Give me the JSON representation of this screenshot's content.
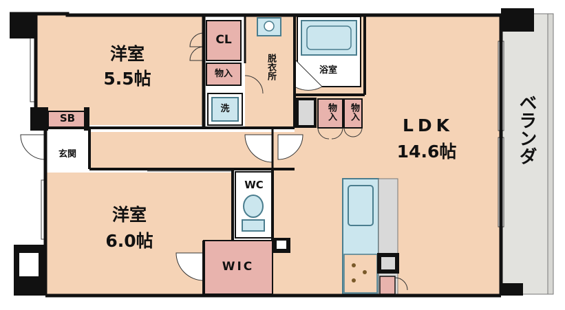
{
  "rooms": {
    "western_room_1": {
      "name": "洋室",
      "size": "5.5帖"
    },
    "western_room_2": {
      "name": "洋室",
      "size": "6.0帖"
    },
    "ldk": {
      "name": "LDK",
      "size": "14.6帖"
    },
    "closet": {
      "name": "CL"
    },
    "storage_1": {
      "name": "物入"
    },
    "storage_2": {
      "name": "物入"
    },
    "storage_3": {
      "name": "物入"
    },
    "dressing_room": {
      "name": "脱衣所"
    },
    "bathroom": {
      "name": "浴室"
    },
    "washer": {
      "name": "洗"
    },
    "shoe_box": {
      "name": "SB"
    },
    "entrance": {
      "name": "玄関"
    },
    "toilet": {
      "name": "WC"
    },
    "walk_in_closet": {
      "name": "WIC"
    },
    "veranda": {
      "name": "ベランダ"
    }
  },
  "colors": {
    "room_fill": "#f5d3b6",
    "closet_fill": "#e8b3ad",
    "wall": "#111111",
    "veranda_fill": "#e2e2de",
    "fixture_fill": "#cbe6ee",
    "fixture_stroke": "#4a7d8e",
    "hall_fill": "#ffffff"
  }
}
